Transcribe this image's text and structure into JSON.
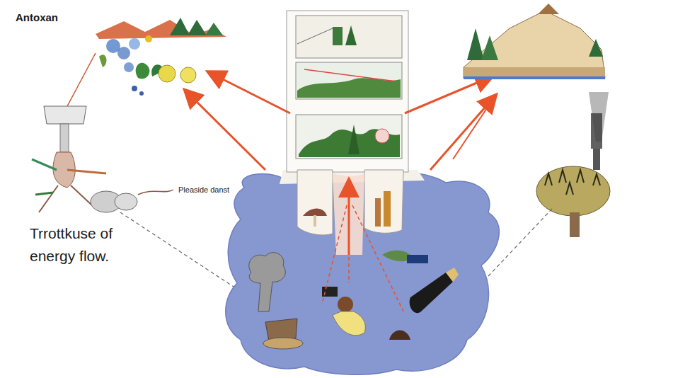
{
  "diagram": {
    "title": "Trrottkuse of energy flow.",
    "labels": [
      "Antoxan",
      "Pleaside danst"
    ]
  }
}
